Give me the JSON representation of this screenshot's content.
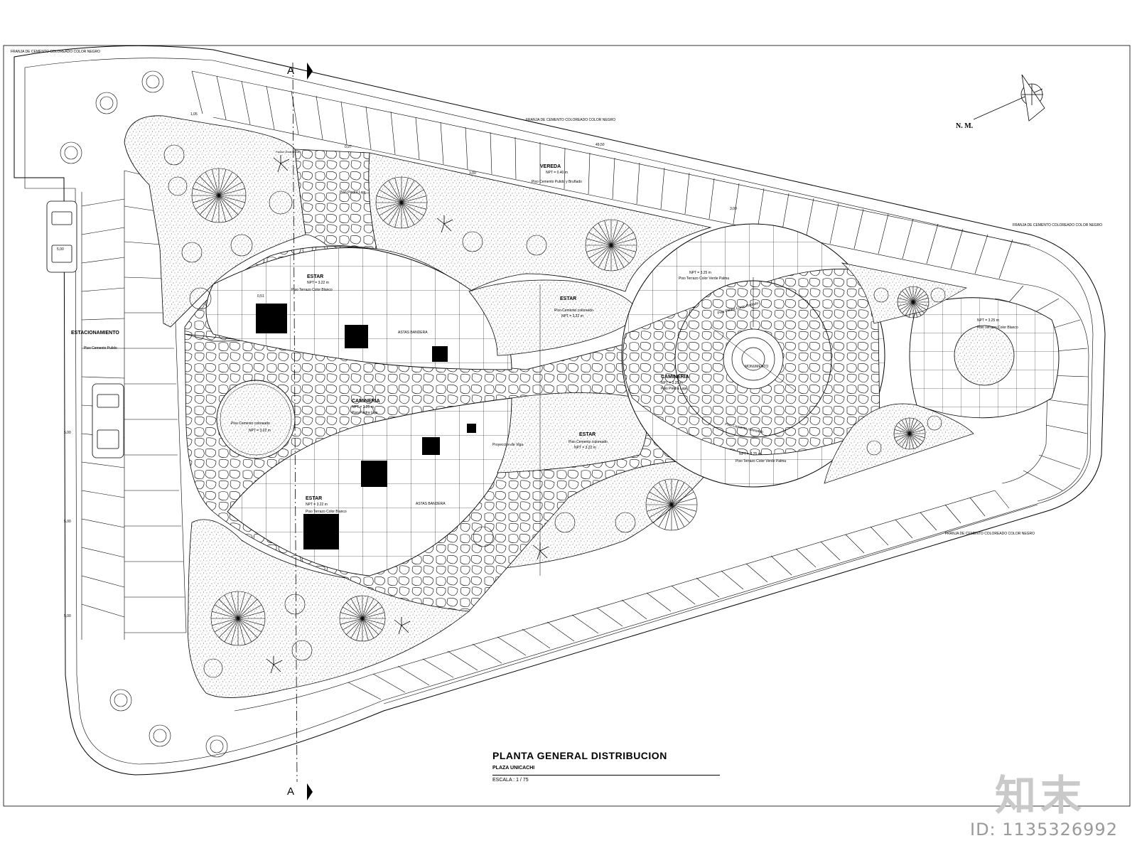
{
  "title": {
    "main": "PLANTA GENERAL DISTRIBUCION",
    "project": "PLAZA UNICACHI",
    "scale": "ESCALA : 1 / 75"
  },
  "north": "N. M.",
  "section": {
    "top": "A",
    "bottom": "A"
  },
  "zones": {
    "estacionamiento": "ESTACIONAMIENTO",
    "estacionamiento_floor": "Piso Cemento Pulido",
    "vereda": "VEREDA",
    "vereda_floor": "Piso Cemento Pulido y Bruñado",
    "estar1": "ESTAR",
    "estar1_floor": "Piso Terrazo Color Blanco",
    "estar2": "ESTAR",
    "estar2_floor": "Piso Cemento coloreado",
    "estar3": "ESTAR",
    "estar3_floor": "Piso Cemento coloreado",
    "estar4": "ESTAR",
    "estar4_floor": "Piso Terrazo Color Blanco",
    "camineria1": "CAMINERIA",
    "camineria1_floor": "Piso Piedra Laja",
    "camineria2": "CAMINERIA",
    "camineria2_floor": "Piso Piedra Laja",
    "monumento": "MONUMENTO",
    "astas1": "ASTAS BANDERA",
    "astas2": "ASTAS BANDERA",
    "viga": "Proyeccion de Viga",
    "circle_left": "Piso Cemento coloreado",
    "terrazo_verde1": "Piso Terrazo Color Verde Palma",
    "terrazo_verde2": "Piso Terrazo Color Verde Palma",
    "terrazo_blanco_right": "Piso Terrazo Color Blanco",
    "piedra_laja_small": "Piso Piedra Laja",
    "ring_outer": "Piso Cemento coloreado",
    "ring_inner": "Piso Piedra Canto Rodado"
  },
  "notes": {
    "franja_tl": "FRANJA DE CEMENTO COLOREADO\nCOLOR NEGRO",
    "franja_top": "FRANJA DE CEMENTO COLOREADO\nCOLOR NEGRO",
    "franja_right": "FRANJA DE CEMENTO COLOREADO\nCOLOR NEGRO",
    "franja_br": "FRANJA DE CEMENTO COLOREADO\nCOLOR NEGRO",
    "farola": "Farola Ornamental"
  },
  "levels": {
    "vereda": "NPT = 0.40 m",
    "estar1": "NPT = 3.22 m",
    "camineria1": "NPT = 3.25 m",
    "circle_left": "NPT = 3.22 m",
    "estar2": "NPT = 3.22 m",
    "estar3": "NPT = 3.22 m",
    "estar4": "NPT = 3.22 m",
    "camineria2": "NPT = 3.25 m",
    "verde1": "NPT = 3.25 m",
    "verde2": "NPT = 3.25 m",
    "blanco_right": "NPT = 3.25 m"
  },
  "dimensions": [
    "49,50",
    "1,05",
    "0,97",
    "0,51",
    "3,00",
    "5,00",
    "5,00",
    "5,00",
    "5,00",
    "3,00"
  ],
  "watermark": {
    "logo": "知末",
    "id": "ID: 1135326992"
  }
}
